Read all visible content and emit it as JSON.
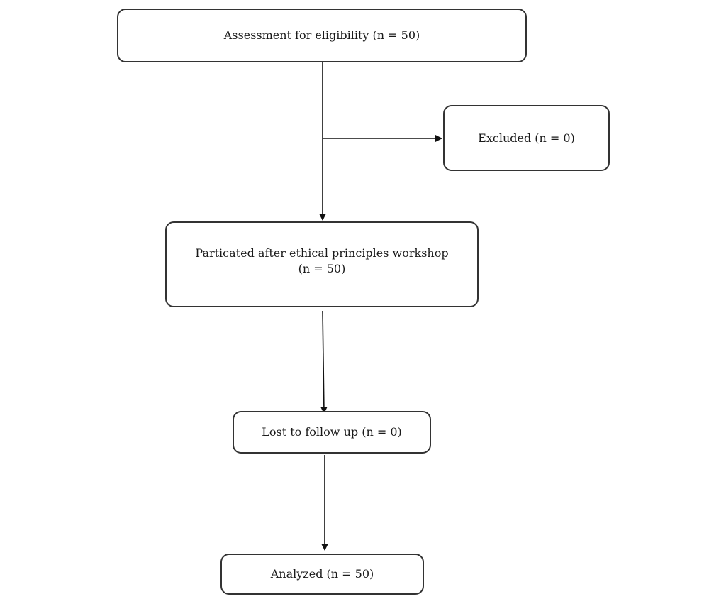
{
  "flowchart": {
    "assessment": {
      "label": "Assessment for eligibility (n = 50)"
    },
    "excluded": {
      "label": "Excluded (n = 0)"
    },
    "participated": {
      "line1": "Particated after ethical principles workshop",
      "line2": "(n = 50)"
    },
    "lost_to_follow_up": {
      "label": "Lost to follow up (n = 0)"
    },
    "analyzed": {
      "label": "Analyzed (n = 50)"
    }
  },
  "colors": {
    "stroke": "#333333",
    "arrow": "#111111",
    "text": "#1a1a1a",
    "background": "#ffffff"
  }
}
